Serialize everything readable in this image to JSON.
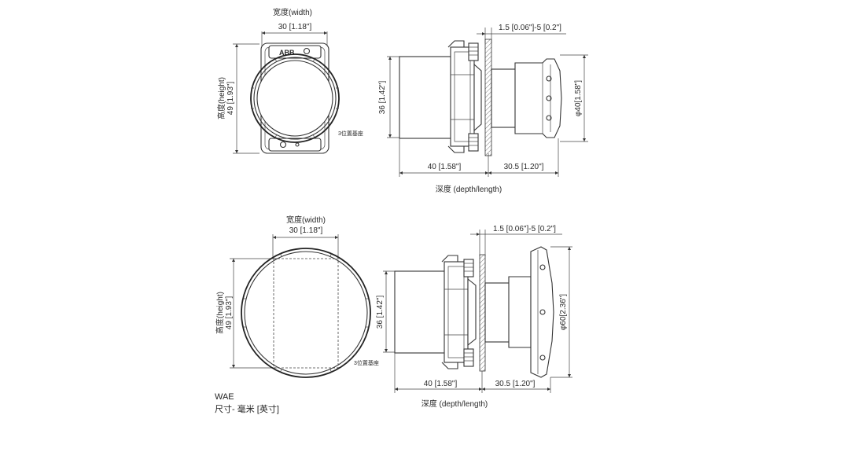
{
  "top_front": {
    "width_label": "宽度(width)",
    "width_value": "30 [1.18\"]",
    "height_label": "高度(height)",
    "height_value": "49 [1.93\"]",
    "logo": "ABB",
    "note": "3位置基座"
  },
  "top_side": {
    "panel_value": "1.5 [0.06\"]-5 [0.2\"]",
    "height_value": "36 [1.42\"]",
    "diameter_value": "φ40[1.58\"]",
    "depth_left": "40 [1.58\"]",
    "depth_right": "30.5 [1.20\"]",
    "depth_label": "深度 (depth/length)"
  },
  "bottom_front": {
    "width_label": "宽度(width)",
    "width_value": "30 [1.18\"]",
    "height_label": "高度(height)",
    "height_value": "49 [1.93\"]",
    "note": "3位置基座"
  },
  "bottom_side": {
    "panel_value": "1.5 [0.06\"]-5 [0.2\"]",
    "height_value": "36 [1.42\"]",
    "diameter_value": "φ60[2.36\"]",
    "depth_left": "40 [1.58\"]",
    "depth_right": "30.5 [1.20\"]",
    "depth_label": "深度 (depth/length)"
  },
  "caption": {
    "model": "WAE",
    "units": "尺寸- 毫米 [英寸]"
  }
}
